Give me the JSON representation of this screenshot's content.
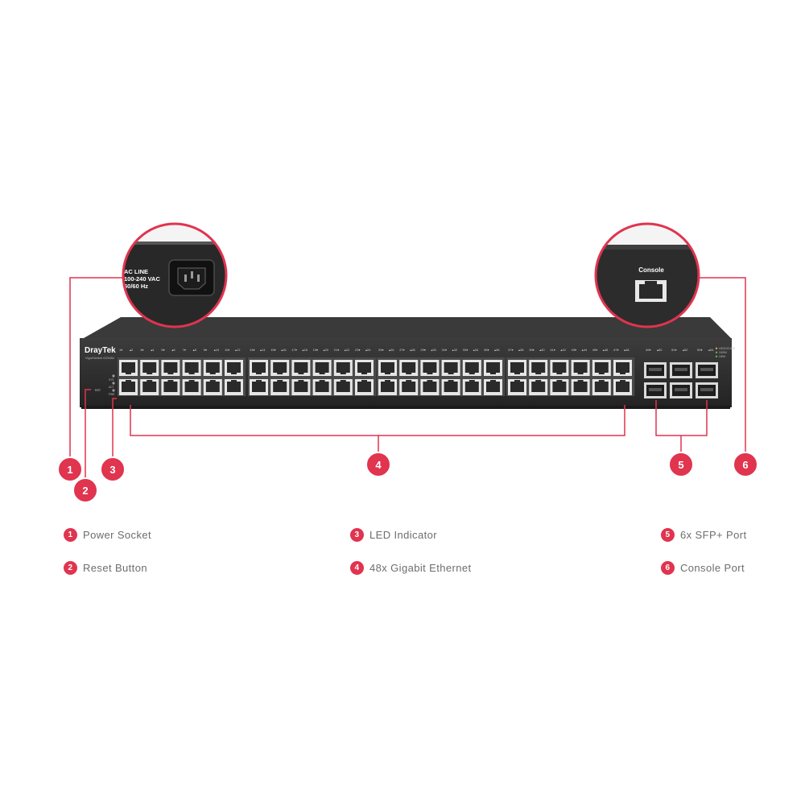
{
  "brand": {
    "logo_text": "DrayTek",
    "model_text": "VigorSwitch G2540x"
  },
  "front_panel": {
    "rst_label": "RST",
    "led_labels": [
      "SYS",
      "ACT",
      "PWR"
    ],
    "port_numbers_row_top": [
      "1",
      "2",
      "3",
      "4",
      "5",
      "6",
      "7",
      "8",
      "9",
      "10",
      "11",
      "12",
      "13",
      "14",
      "15",
      "16",
      "17",
      "18",
      "19",
      "20",
      "21",
      "22",
      "23",
      "24",
      "25",
      "26",
      "27",
      "28",
      "29",
      "30",
      "31",
      "32",
      "33",
      "34",
      "35",
      "36",
      "37",
      "38",
      "39",
      "40",
      "41",
      "42",
      "43",
      "44",
      "45",
      "46",
      "47",
      "48"
    ],
    "sfp_numbers": [
      "49",
      "50",
      "51",
      "52",
      "53",
      "54"
    ],
    "speed_legend": [
      "10G/1G/100M",
      "1000M",
      "100M"
    ]
  },
  "zoom_power": {
    "label_lines": [
      "AC LINE",
      "100-240 VAC",
      "50/60 Hz"
    ]
  },
  "zoom_console": {
    "label": "Console"
  },
  "callouts": [
    "1",
    "2",
    "3",
    "4",
    "5",
    "6"
  ],
  "legend": [
    {
      "num": "1",
      "label": "Power Socket"
    },
    {
      "num": "2",
      "label": "Reset Button"
    },
    {
      "num": "3",
      "label": "LED Indicator"
    },
    {
      "num": "4",
      "label": "48x Gigabit Ethernet"
    },
    {
      "num": "5",
      "label": "6x SFP+ Port"
    },
    {
      "num": "6",
      "label": "Console Port"
    }
  ],
  "colors": {
    "accent": "#e0344f",
    "chassis": "#2b2b2b",
    "chassis_top": "#3a3a3a",
    "port_frame": "#e6e6e6",
    "legend_text": "#6d6d6d"
  }
}
